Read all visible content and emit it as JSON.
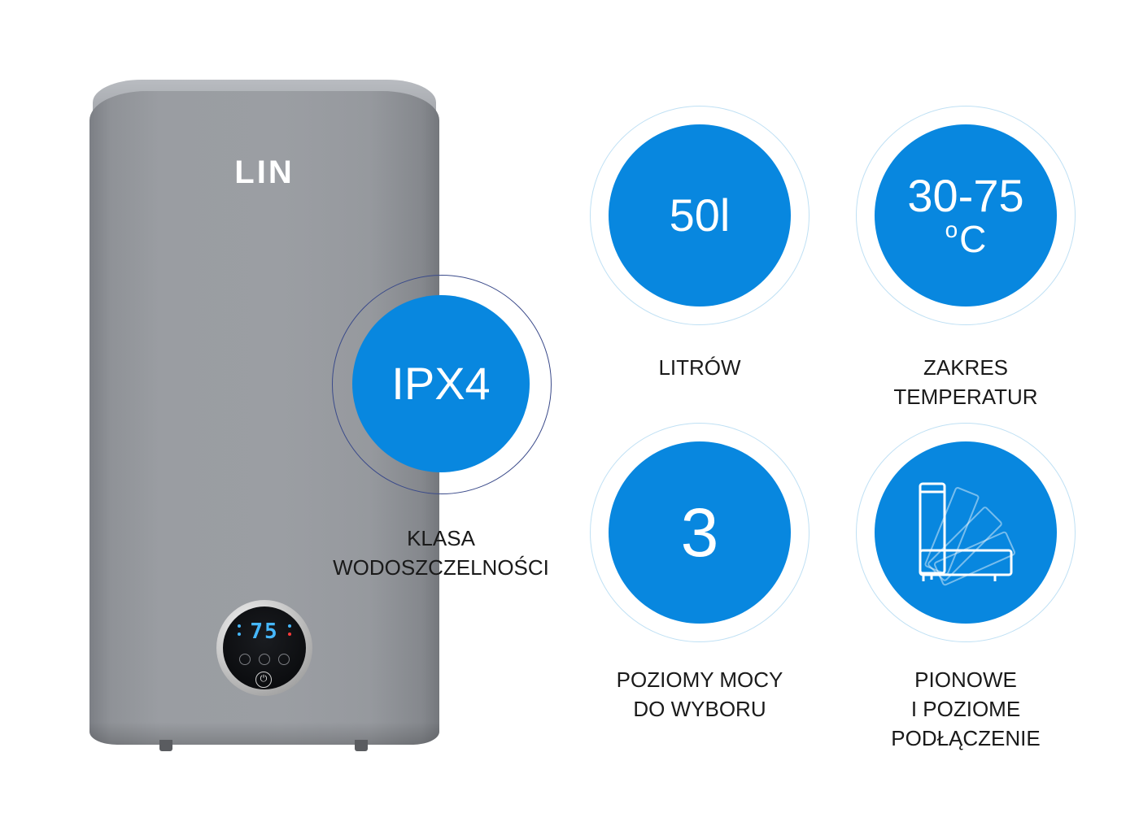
{
  "product": {
    "brand_logo": "LIN",
    "display_value": "75",
    "colors": {
      "body": "#9b9ea3",
      "display": "#46b8ff"
    }
  },
  "features": [
    {
      "id": "ipx4",
      "value": "IPX4",
      "caption": [
        "KLASA",
        "WODOSZCZELNOŚCI"
      ]
    },
    {
      "id": "capacity",
      "value": "50l",
      "caption": [
        "LITRÓW"
      ]
    },
    {
      "id": "temperature",
      "value": "30-75",
      "unit": "C",
      "unit_prefix": "o",
      "caption": [
        "ZAKRES",
        "TEMPERATUR"
      ]
    },
    {
      "id": "power",
      "value": "3",
      "caption": [
        "POZIOMY MOCY",
        "DO WYBORU"
      ]
    },
    {
      "id": "mounting",
      "icon": "mounting-orientation-icon",
      "caption": [
        "PIONOWE",
        "I POZIOME",
        "PODŁĄCZENIE"
      ]
    }
  ],
  "colors": {
    "accent": "#0887df",
    "ring": "#bfe0f4"
  }
}
